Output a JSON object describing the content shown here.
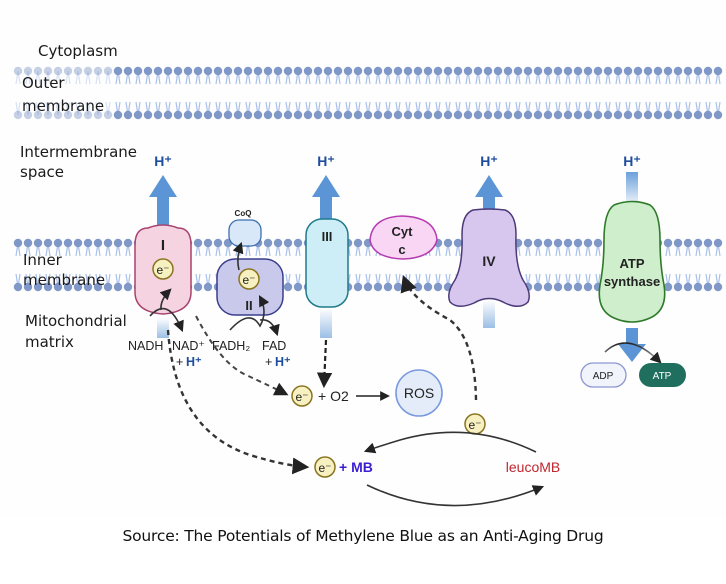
{
  "regions": {
    "cytoplasm": "Cytoplasm",
    "outer_membrane_line1": "Outer",
    "outer_membrane_line2": "membrane",
    "intermembrane_line1": "Intermembrane",
    "intermembrane_line2": "space",
    "inner_membrane_line1": "Inner",
    "inner_membrane_line2": "membrane",
    "matrix_line1": "Mitochondrial",
    "matrix_line2": "matrix"
  },
  "complexes": {
    "c1": "I",
    "c2": "II",
    "coq": "CoQ",
    "c3": "III",
    "cytc_line1": "Cyt",
    "cytc_line2": "c",
    "c4": "IV",
    "atp_synthase_line1": "ATP",
    "atp_synthase_line2": "synthase"
  },
  "proton": "H⁺",
  "electron": "e⁻",
  "substrates": {
    "nadh": "NADH",
    "nad": "NAD⁺",
    "plus_h": "+ H⁺",
    "plus": "+",
    "h": "H⁺",
    "fadh2": "FADH₂",
    "fad": "FAD"
  },
  "reactions": {
    "plus_o2": "+ O2",
    "ros": "ROS",
    "plus_mb": "+ MB",
    "leucomb": "leucoMB",
    "adp": "ADP",
    "atp": "ATP"
  },
  "colors": {
    "membrane_head": "#8098c8",
    "membrane_tail": "#a9c1ea",
    "proton_blue": "#1f4d9e",
    "arrow_blue": "#5b95d6",
    "complex1_fill": "#f6d3e1",
    "complex1_stroke": "#a8426e",
    "complex2_fill": "#c9c9ec",
    "complex2_stroke": "#3a3e8c",
    "coq_fill": "#d8e8f8",
    "coq_stroke": "#3a6fb0",
    "complex3_fill": "#cdeef6",
    "complex3_stroke": "#1f7a8a",
    "cytc_fill": "#f8d6f4",
    "cytc_stroke": "#b53bb0",
    "complex4_fill": "#d7c7ef",
    "complex4_stroke": "#4b3a78",
    "atp_synthase_fill": "#cfeecb",
    "atp_synthase_stroke": "#2f7a2a",
    "electron_fill": "#f7f0c0",
    "electron_stroke": "#8a7420",
    "ros_fill": "#e3ecf8",
    "ros_stroke": "#7a9ae0",
    "mb_purple": "#3a1ed0",
    "leucomb_red": "#c0262e",
    "atp_fill": "#1f6e5e",
    "adp_fill": "#f2f4fb",
    "adp_stroke": "#8c97d2"
  },
  "caption": "Source: The Potentials of Methylene Blue as an Anti-Aging Drug"
}
